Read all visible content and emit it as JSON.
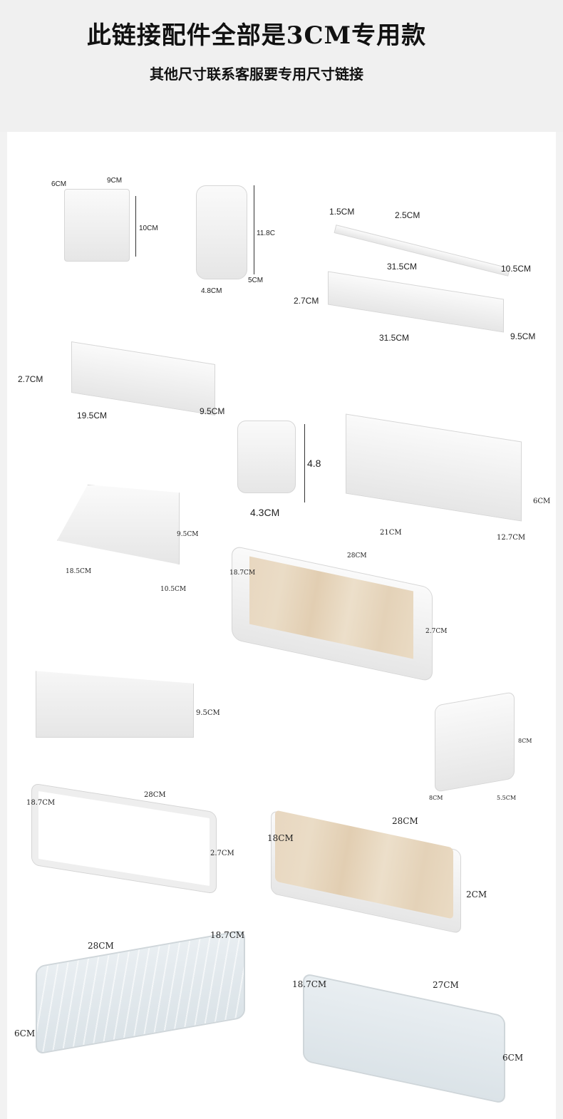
{
  "header": {
    "title": "此链接配件全部是3CM专用款",
    "subtitle": "其他尺寸联系客服要专用尺寸链接"
  },
  "items": {
    "cup": {
      "w": "9CM",
      "d": "6CM",
      "h": "10CM"
    },
    "hook_holder": {
      "h": "11.8C",
      "w": "4.8CM",
      "d": "5CM"
    },
    "towel_bar": {
      "h1": "1.5CM",
      "h2": "2.5CM",
      "w": "31.5CM",
      "d": "10.5CM"
    },
    "shelf_long": {
      "h": "2.7CM",
      "w": "31.5CM",
      "d": "9.5CM"
    },
    "shelf_short": {
      "h": "2.7CM",
      "w": "19.5CM",
      "d": "9.5CM"
    },
    "hook_small": {
      "h": "4.8",
      "w": "4.3CM"
    },
    "box": {
      "h": "6CM",
      "w": "21CM",
      "d": "12.7CM"
    },
    "board_stand": {
      "h": "9.5CM",
      "w": "18.5CM",
      "d": "10.5CM"
    },
    "wood_tray": {
      "w": "28CM",
      "d": "18.7CM",
      "h": "2.7CM"
    },
    "divider_box": {
      "h": "9.5CM"
    },
    "phone_stand": {
      "h": "8CM",
      "w": "8CM",
      "d": "5.5CM"
    },
    "frame": {
      "d": "18.7CM",
      "w": "28CM",
      "h": "2.7CM"
    },
    "wood_board": {
      "d": "18CM",
      "w": "28CM",
      "h": "2CM"
    },
    "drain_tray": {
      "w": "28CM",
      "d": "18.7CM",
      "h": "6CM"
    },
    "clear_tray": {
      "d": "18.7CM",
      "w": "27CM",
      "h": "6CM"
    }
  }
}
